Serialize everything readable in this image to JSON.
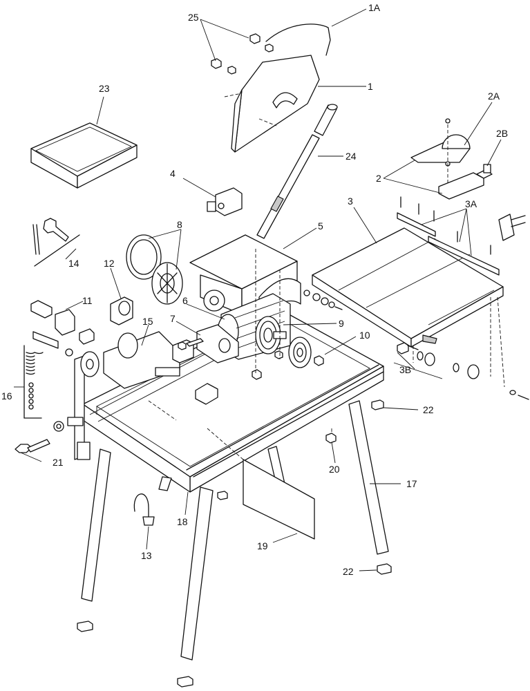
{
  "callouts": {
    "c1A": "1A",
    "c25": "25",
    "c1": "1",
    "c23": "23",
    "c2A": "2A",
    "c2B": "2B",
    "c24": "24",
    "c2": "2",
    "c4": "4",
    "c3": "3",
    "c3A": "3A",
    "c8": "8",
    "c5": "5",
    "c14": "14",
    "c12": "12",
    "c11": "11",
    "c6": "6",
    "c9": "9",
    "c7": "7",
    "c15": "15",
    "c10": "10",
    "c3B": "3B",
    "c16": "16",
    "c22a": "22",
    "c21": "21",
    "c20": "20",
    "c17": "17",
    "c18": "18",
    "c13": "13",
    "c19": "19",
    "c22b": "22"
  }
}
